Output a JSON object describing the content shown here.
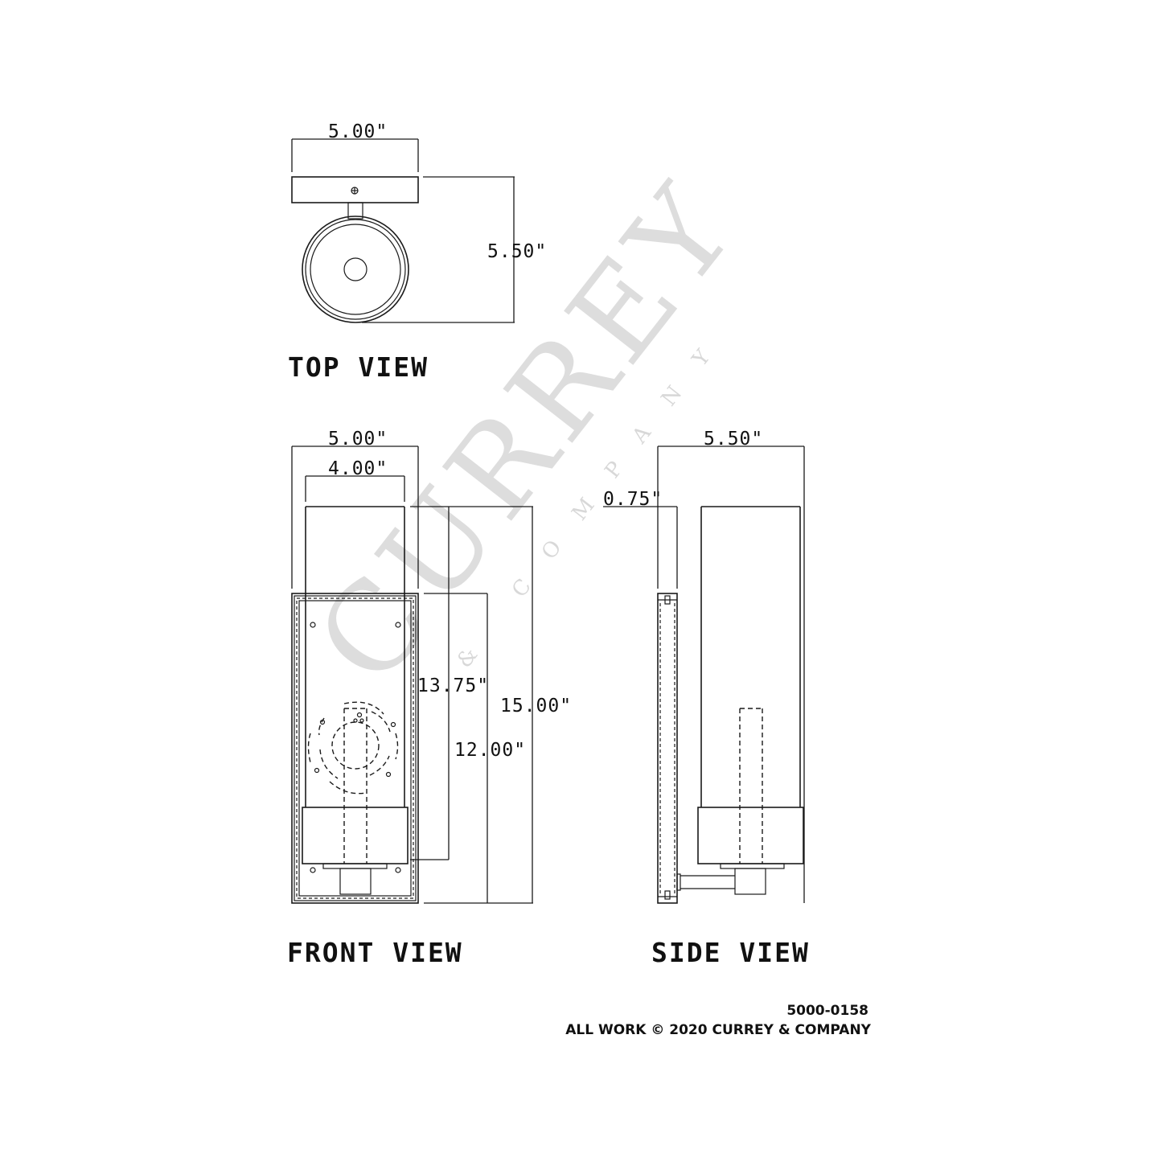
{
  "watermark": {
    "primary": "CURREY",
    "secondary": "& COMPANY",
    "color": "#c8c8c8"
  },
  "top_view": {
    "label": "TOP VIEW",
    "dimensions": {
      "width": "5.00\"",
      "depth": "5.50\""
    }
  },
  "front_view": {
    "label": "FRONT VIEW",
    "dimensions": {
      "overall_width": "5.00\"",
      "shade_width": "4.00\"",
      "backplate_height": "13.75\"",
      "shade_height": "12.00\"",
      "overall_height": "15.00\""
    }
  },
  "side_view": {
    "label": "SIDE VIEW",
    "dimensions": {
      "overall_depth": "5.50\"",
      "backplate_depth": "0.75\""
    }
  },
  "footer": {
    "part_number": "5000-0158",
    "copyright": "ALL WORK © 2020 CURREY & COMPANY"
  },
  "colors": {
    "line": "#1a1a1a",
    "background": "#ffffff"
  }
}
